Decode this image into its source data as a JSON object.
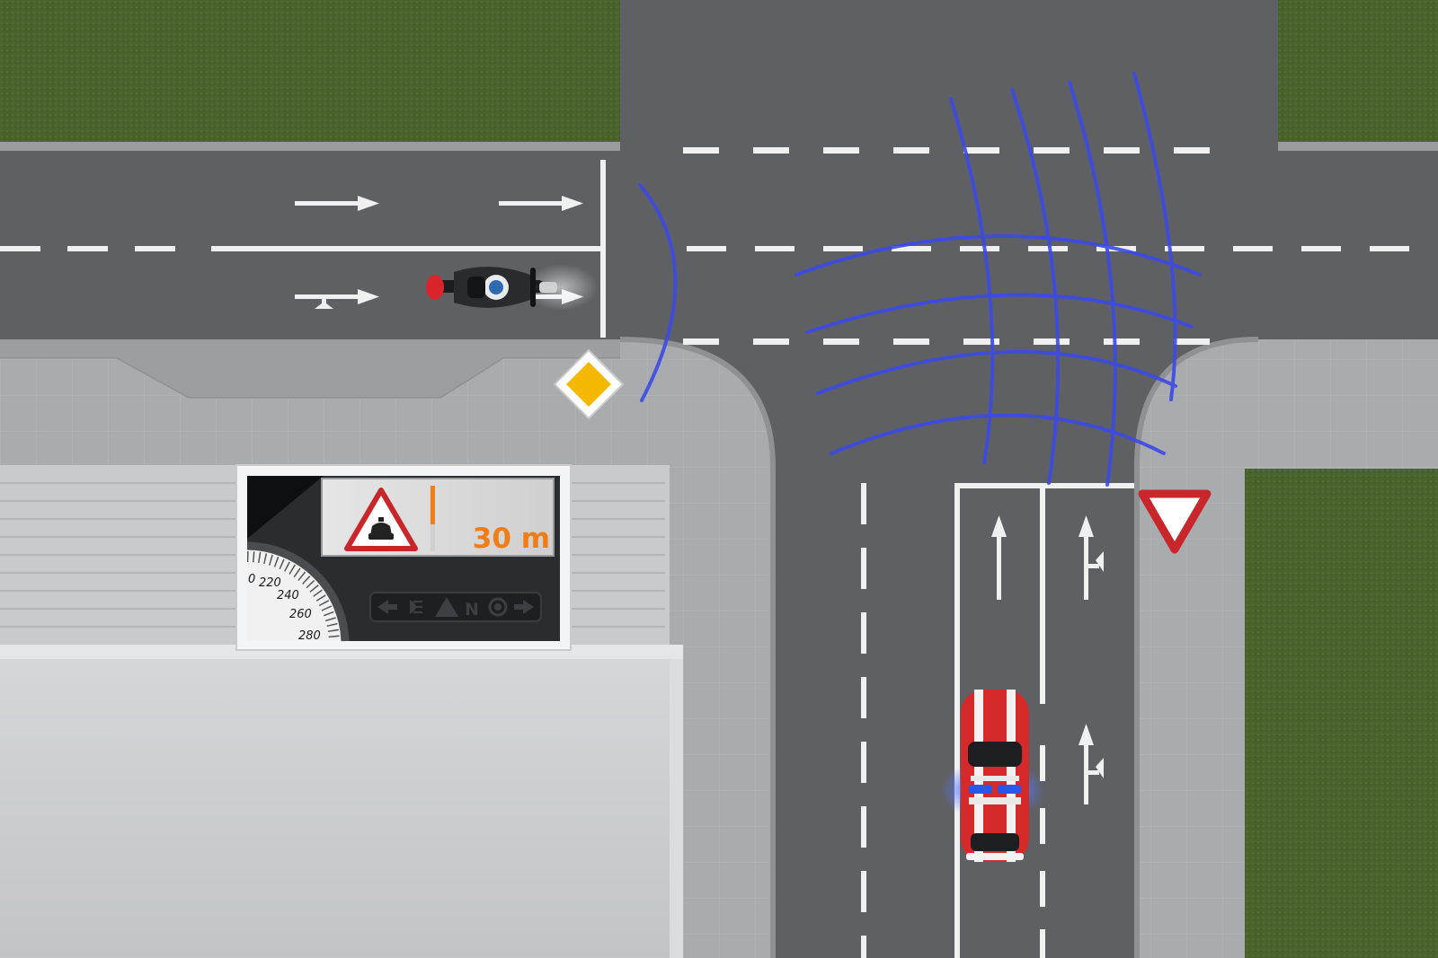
{
  "display": {
    "distance": "30 m",
    "speed_ticks": [
      "0",
      "220",
      "240",
      "260",
      "280"
    ],
    "indicator_letter": "N"
  },
  "colors": {
    "grass": "#49622c",
    "road": "#5d5f62",
    "sidewalk": "#a7aaad",
    "marking": "#f2f2f2",
    "wave": "#3b48e0",
    "warning_red": "#c8262b",
    "distance_orange": "#f07d16",
    "priority_yellow": "#f5b800"
  },
  "icons": {
    "warning": "emergency-vehicle-warning-icon",
    "priority_sign": "priority-road-sign-icon",
    "yield_sign": "yield-sign-icon"
  }
}
